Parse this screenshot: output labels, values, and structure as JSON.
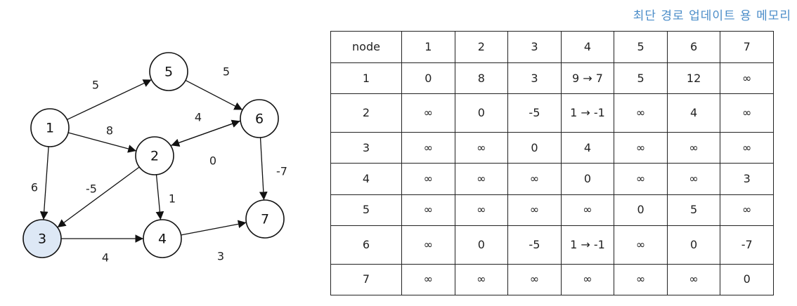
{
  "title": "최단 경로 업데이트 용 메모리",
  "colors": {
    "highlight_node": "#dde8f5",
    "stroke": "#111111",
    "title": "#4a8cc8"
  },
  "graph": {
    "highlighted": "3",
    "nodes": [
      {
        "id": "1",
        "label": "1"
      },
      {
        "id": "2",
        "label": "2"
      },
      {
        "id": "3",
        "label": "3"
      },
      {
        "id": "4",
        "label": "4"
      },
      {
        "id": "5",
        "label": "5"
      },
      {
        "id": "6",
        "label": "6"
      },
      {
        "id": "7",
        "label": "7"
      }
    ],
    "edges": [
      {
        "from": "1",
        "to": "5",
        "weight": "5"
      },
      {
        "from": "1",
        "to": "2",
        "weight": "8"
      },
      {
        "from": "1",
        "to": "3",
        "weight": "6"
      },
      {
        "from": "5",
        "to": "6",
        "weight": "5"
      },
      {
        "from": "2",
        "to": "6",
        "weight": "4"
      },
      {
        "from": "6",
        "to": "2",
        "weight": "0"
      },
      {
        "from": "6",
        "to": "7",
        "weight": "-7"
      },
      {
        "from": "2",
        "to": "3",
        "weight": "-5"
      },
      {
        "from": "2",
        "to": "4",
        "weight": "1"
      },
      {
        "from": "3",
        "to": "4",
        "weight": "4"
      },
      {
        "from": "4",
        "to": "7",
        "weight": "3"
      }
    ]
  },
  "table": {
    "header": [
      "node",
      "1",
      "2",
      "3",
      "4",
      "5",
      "6",
      "7"
    ],
    "rows": [
      [
        "1",
        "0",
        "8",
        "3",
        "9 → 7",
        "5",
        "12",
        "∞"
      ],
      [
        "2",
        "∞",
        "0",
        "-5",
        "1 → -1",
        "∞",
        "4",
        "∞"
      ],
      [
        "3",
        "∞",
        "∞",
        "0",
        "4",
        "∞",
        "∞",
        "∞"
      ],
      [
        "4",
        "∞",
        "∞",
        "∞",
        "0",
        "∞",
        "∞",
        "3"
      ],
      [
        "5",
        "∞",
        "∞",
        "∞",
        "∞",
        "0",
        "5",
        "∞"
      ],
      [
        "6",
        "∞",
        "0",
        "-5",
        "1 → -1",
        "∞",
        "0",
        "-7"
      ],
      [
        "7",
        "∞",
        "∞",
        "∞",
        "∞",
        "∞",
        "∞",
        "0"
      ]
    ]
  }
}
